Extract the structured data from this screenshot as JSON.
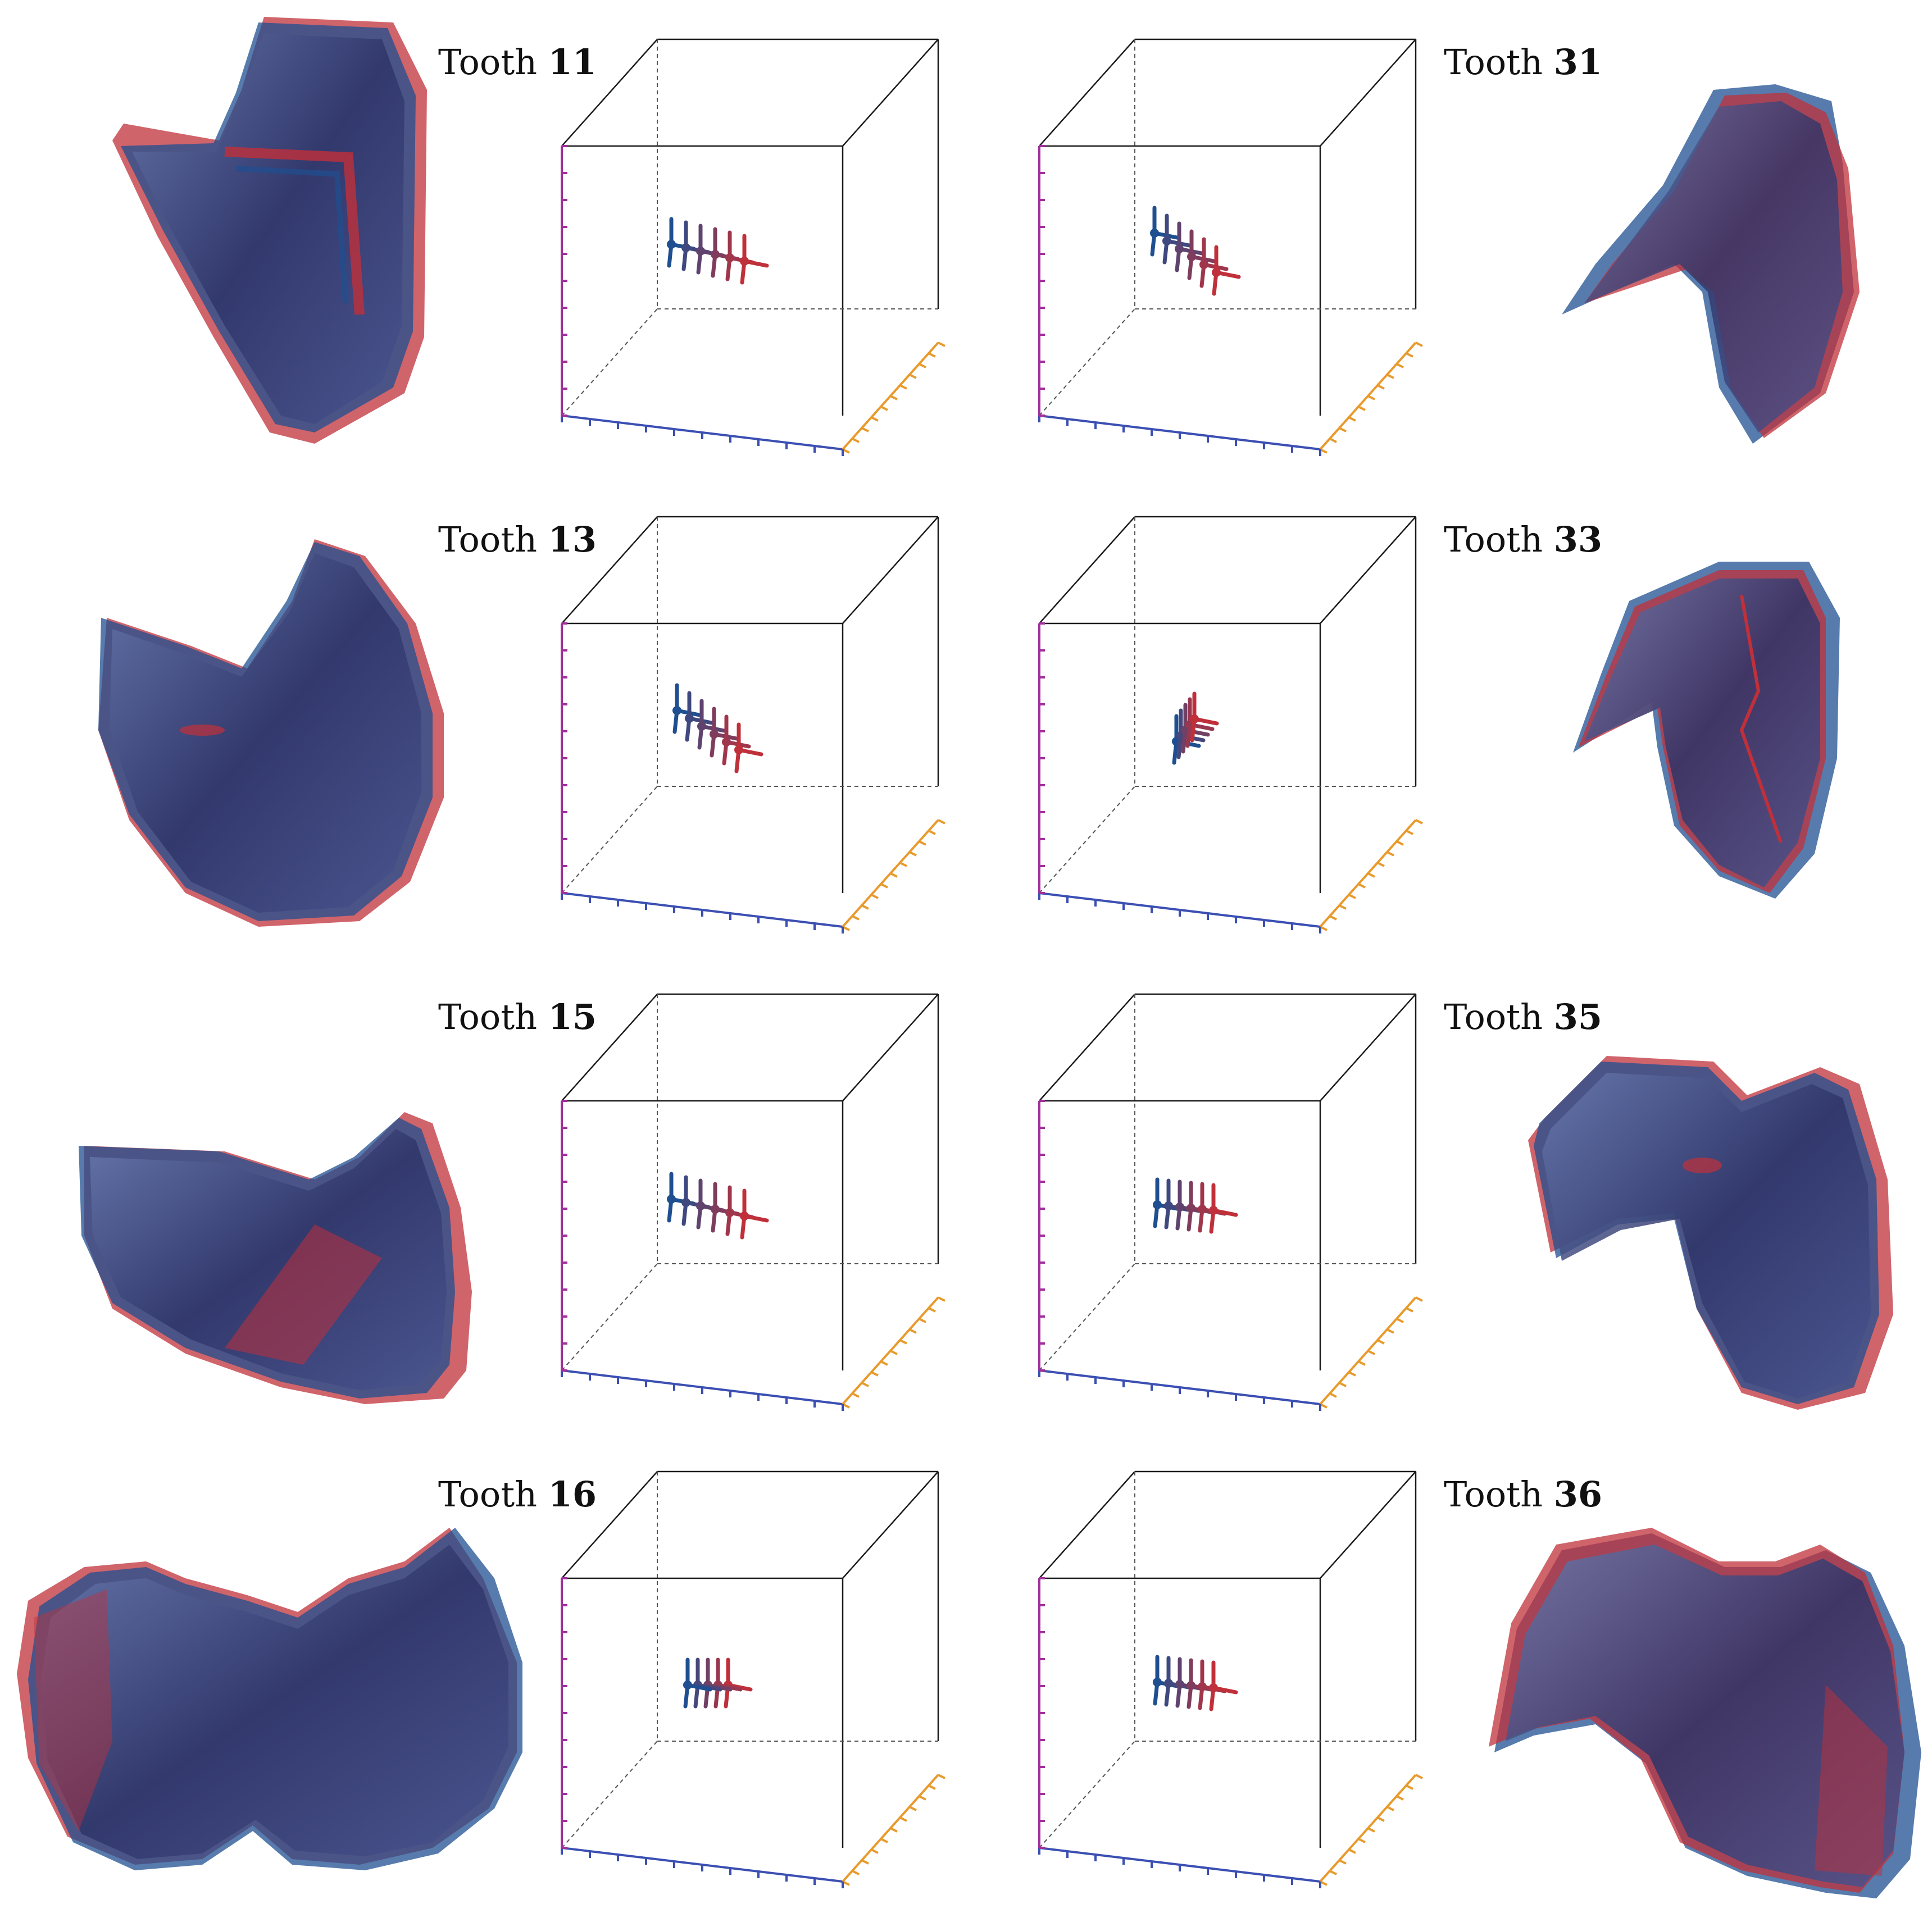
{
  "colors": {
    "before": "#c0303a",
    "after": "#1f4f90",
    "overlap": "#2c2f5e",
    "axis_x": "#3b4fb3",
    "axis_y": "#a0309a",
    "axis_z": "#e89a2c"
  },
  "panels": [
    {
      "label_prefix": "Tooth",
      "label_number": "11",
      "frames": 6,
      "trend": "right-down"
    },
    {
      "label_prefix": "Tooth",
      "label_number": "31",
      "frames": 6,
      "trend": "right-down-steep"
    },
    {
      "label_prefix": "Tooth",
      "label_number": "13",
      "frames": 6,
      "trend": "right-down-steep"
    },
    {
      "label_prefix": "Tooth",
      "label_number": "33",
      "frames": 5,
      "trend": "compact"
    },
    {
      "label_prefix": "Tooth",
      "label_number": "15",
      "frames": 6,
      "trend": "right-down"
    },
    {
      "label_prefix": "Tooth",
      "label_number": "35",
      "frames": 6,
      "trend": "horizontal"
    },
    {
      "label_prefix": "Tooth",
      "label_number": "16",
      "frames": 5,
      "trend": "left"
    },
    {
      "label_prefix": "Tooth",
      "label_number": "36",
      "frames": 6,
      "trend": "horizontal"
    }
  ]
}
